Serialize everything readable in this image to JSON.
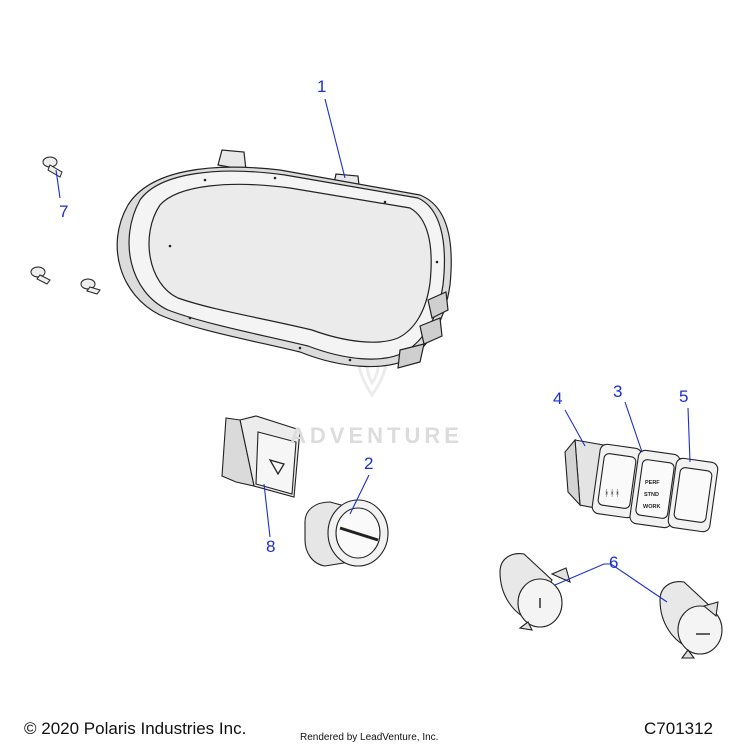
{
  "callouts": [
    {
      "id": "1",
      "label": "1"
    },
    {
      "id": "2",
      "label": "2"
    },
    {
      "id": "3",
      "label": "3"
    },
    {
      "id": "4",
      "label": "4"
    },
    {
      "id": "5",
      "label": "5"
    },
    {
      "id": "6",
      "label": "6"
    },
    {
      "id": "7",
      "label": "7"
    },
    {
      "id": "8",
      "label": "8"
    }
  ],
  "switch_labels": {
    "line1": "PERF",
    "line2": "STND",
    "line3": "WORK"
  },
  "watermark": "ADVENTURE",
  "footer": {
    "copyright": "© 2020 Polaris Industries Inc.",
    "rendered_by": "Rendered by LeadVenture, Inc.",
    "diagram_code": "C701312"
  },
  "colors": {
    "callout": "#1a2fd0",
    "line": "#222222",
    "part_fill": "#f2f2f2",
    "lens_fill": "#eaeaea"
  }
}
